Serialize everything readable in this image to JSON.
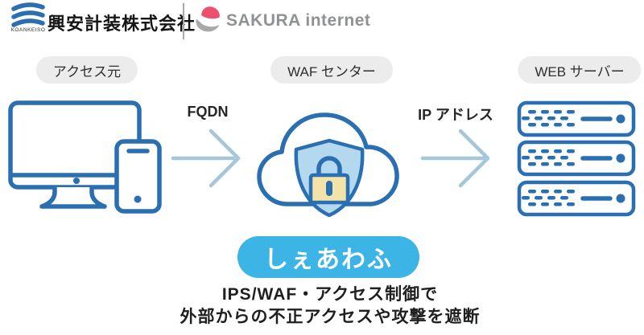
{
  "header": {
    "koankeiso": {
      "logo_caption": "KOANKEISO",
      "company_name": "興安計装株式会社"
    },
    "sakura": {
      "brand_name": "SAKURA internet"
    }
  },
  "diagram": {
    "labels": {
      "access_source": "アクセス元",
      "waf_center": "WAF センター",
      "web_server": "WEB サーバー"
    },
    "arrows": {
      "left_label": "FQDN",
      "right_label": "IP アドレス"
    },
    "service_badge": "しぇあわふ",
    "caption_line1": "IPS/WAF・アクセス制御で",
    "caption_line2": "外部からの不正アクセスや攻撃を遮断"
  },
  "icons": {
    "koankeiso_logo": "triple-wave",
    "sakura_logo": "sakura-petal",
    "access_devices": "desktop-monitor-and-smartphone",
    "waf_center": "cloud-with-shield-and-lock",
    "web_server": "server-stack-3u",
    "flow_arrows": "right-arrow"
  },
  "colors": {
    "outline-blue": "#2a6fb2",
    "arrow-blue": "#a6c6da",
    "shield-fill": "#b4d9ee",
    "lock-fill": "#f3e3a9",
    "label-pill-bg": "#ececec",
    "label-text": "#2f2f2f",
    "service-pill-bg": "#3cb4e6",
    "sakura-pink": "#ee4f6e",
    "sakura-gray": "#8f9193",
    "text-dark": "#1f1f1f"
  }
}
